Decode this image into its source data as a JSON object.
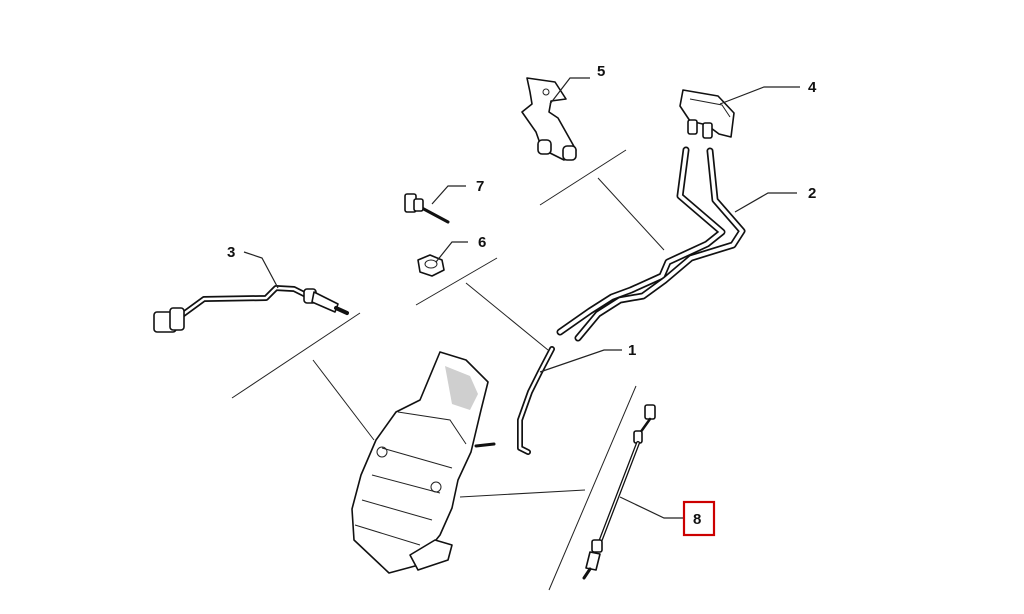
{
  "callouts": [
    {
      "id": "1",
      "label": "1",
      "highlighted": false
    },
    {
      "id": "2",
      "label": "2",
      "highlighted": false
    },
    {
      "id": "3",
      "label": "3",
      "highlighted": false
    },
    {
      "id": "4",
      "label": "4",
      "highlighted": false
    },
    {
      "id": "5",
      "label": "5",
      "highlighted": false
    },
    {
      "id": "6",
      "label": "6",
      "highlighted": false
    },
    {
      "id": "7",
      "label": "7",
      "highlighted": false
    },
    {
      "id": "8",
      "label": "8",
      "highlighted": true
    }
  ],
  "colors": {
    "highlight_box": "#cc0000",
    "line": "#111111",
    "background": "#ffffff"
  }
}
